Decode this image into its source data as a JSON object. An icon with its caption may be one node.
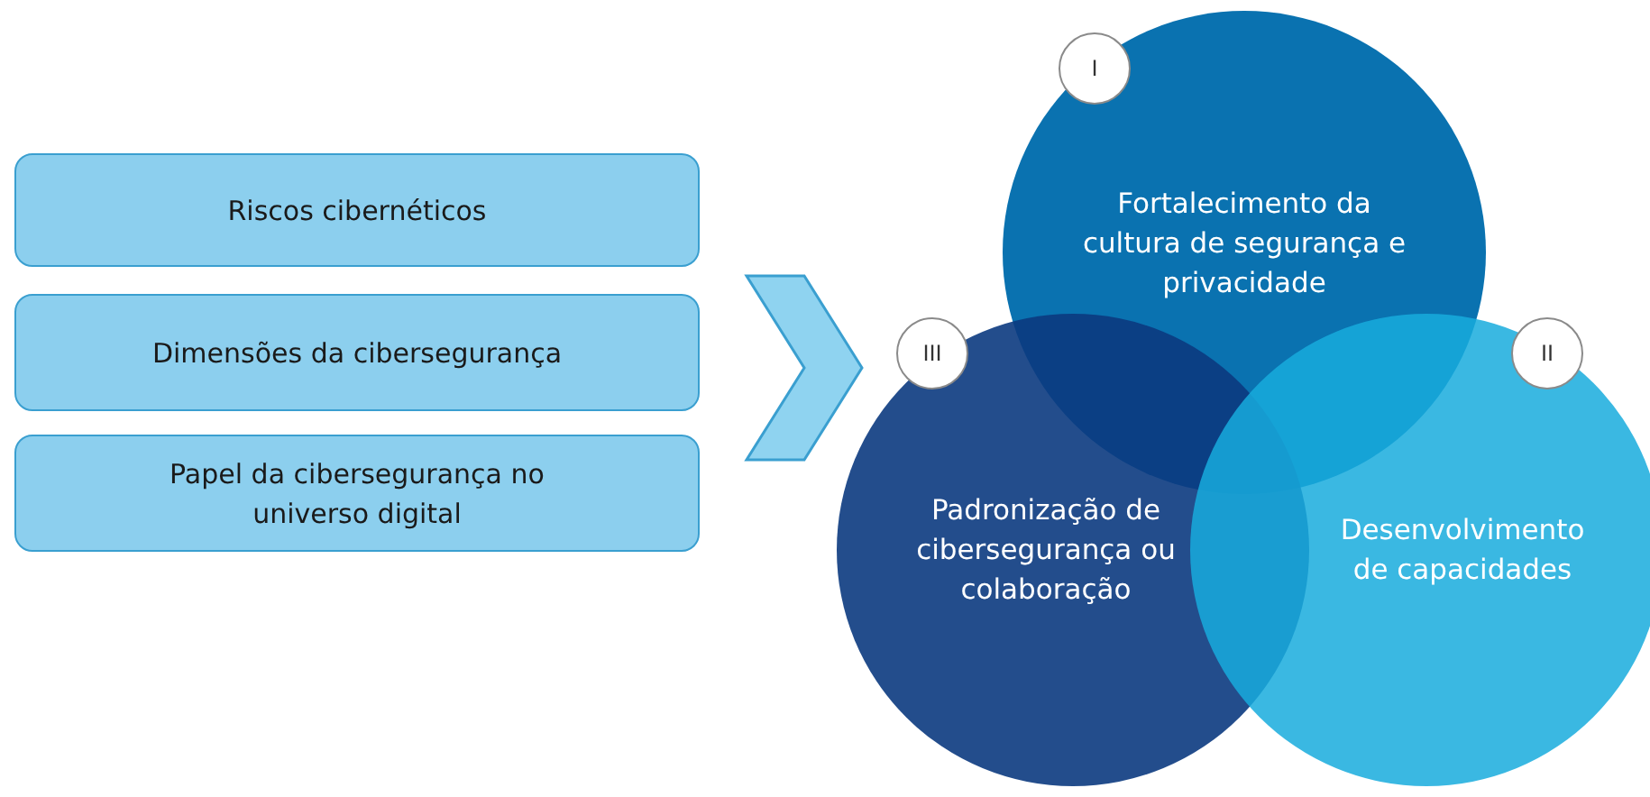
{
  "diagram": {
    "nodes": [
      {
        "text": [
          "Riscos cibernéticos"
        ]
      },
      {
        "text": [
          "Dimensões da cibersegurança"
        ]
      },
      {
        "text": [
          "Papel da cibersegurança no universo digital"
        ]
      },
      {
        "text": [
          "Fortalecimento da cultura de segurança e privacidade"
        ]
      },
      {
        "text": [
          "Padronização de cibersegurança ou colaboração"
        ]
      },
      {
        "text": [
          "Desenvolvimento de capacidades"
        ]
      },
      {
        "text": [
          "I"
        ],
        "in": 3
      },
      {
        "text": [
          "III"
        ],
        "in": 4
      },
      {
        "text": [
          "II"
        ],
        "in": 5
      }
    ],
    "edges": [
      {
        "from": 1,
        "to": 4,
        "arrow": "to"
      }
    ]
  }
}
